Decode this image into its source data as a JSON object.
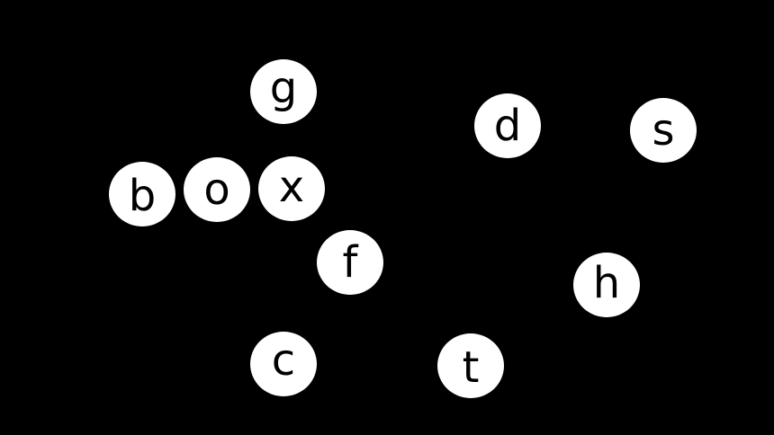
{
  "colors": {
    "background": "#000000",
    "disc": "#ffffff",
    "text": "#000000"
  },
  "discs": [
    {
      "letter": "g"
    },
    {
      "letter": "d"
    },
    {
      "letter": "s"
    },
    {
      "letter": "b"
    },
    {
      "letter": "o"
    },
    {
      "letter": "x"
    },
    {
      "letter": "f"
    },
    {
      "letter": "h"
    },
    {
      "letter": "c"
    },
    {
      "letter": "t"
    }
  ]
}
